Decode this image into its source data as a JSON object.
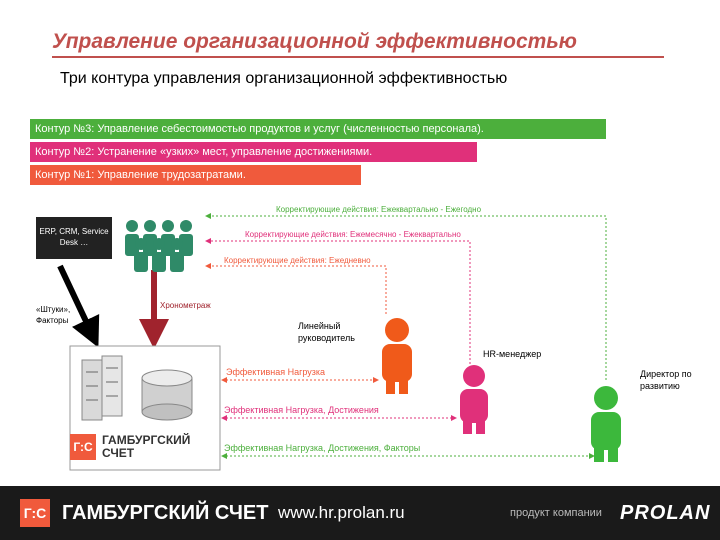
{
  "header": {
    "title": "Управление организационной эффективностью",
    "subtitle": "Три контура управления организационной эффективностью"
  },
  "contours": [
    {
      "label": "Контур №3: Управление себестоимостью продуктов и услуг (численностью персонала).",
      "color": "#4caf3c"
    },
    {
      "label": "Контур №2: Устранение «узких» мест,  управление достижениями.",
      "color": "#e0307a"
    },
    {
      "label": "Контур №1: Управление  трудозатратами.",
      "color": "#f05a3c"
    }
  ],
  "corrective": {
    "quarterly": "Корректирующие действия: Ежеквартально - Ежегодно",
    "monthly": "Корректирующие действия: Ежемесячно - Ежеквартально",
    "daily": "Корректирующие действия: Ежедневно"
  },
  "diagram": {
    "erp": "ERP, CRM, Service Desk …",
    "factors": "«Штуки», Факторы",
    "chronometry": "Хронометраж",
    "line_manager": "Линейный руководитель",
    "hr_manager": "HR-менеджер",
    "director": "Директор по развитию",
    "flow1": "Эффективная  Нагрузка",
    "flow2": "Эффективная Нагрузка, Достижения",
    "flow3": "Эффективная Нагрузка, Достижения, Факторы",
    "software_logo_text": "ГАМБУРГСКИЙ СЧЕТ",
    "logo_mark": "Г:С"
  },
  "footer": {
    "logo_mark": "Г:С",
    "brand": "ГАМБУРГСКИЙ СЧЕТ",
    "url": "www.hr.prolan.ru",
    "product": "продукт компании",
    "company": "PROLAN"
  }
}
